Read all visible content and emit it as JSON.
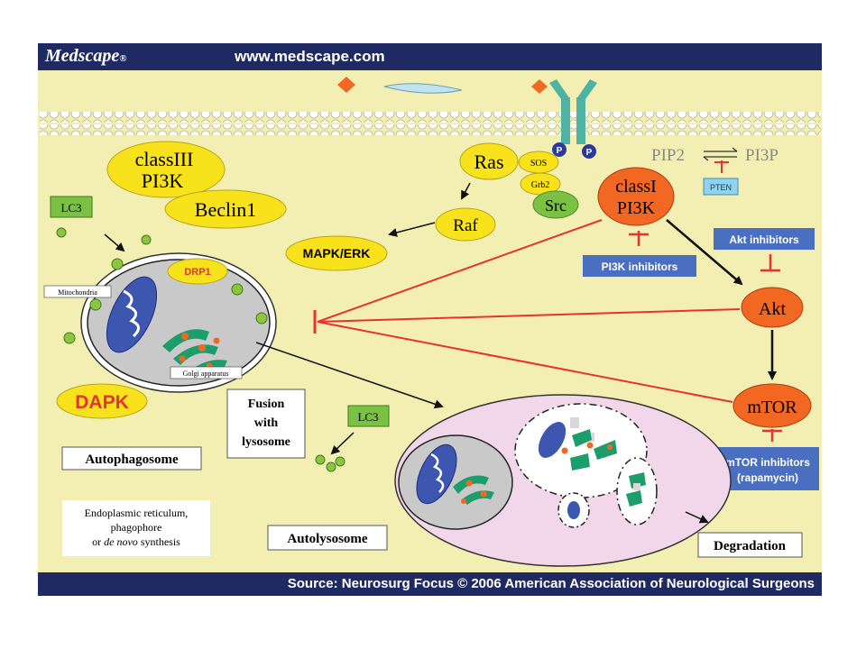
{
  "header": {
    "brand": "Medscape",
    "brand_mark": "®",
    "url": "www.medscape.com"
  },
  "footer": {
    "source": "Source: Neurosurg Focus © 2006 American Association of Neurological Surgeons"
  },
  "nodes": {
    "ras": "Ras",
    "sos": "SOS",
    "grb2": "Grb2",
    "src": "Src",
    "p1": "P",
    "p2": "P",
    "raf": "Raf",
    "mapk": "MAPK/ERK",
    "classIII_line1": "classIII",
    "classIII_line2": "PI3K",
    "beclin1": "Beclin1",
    "classI_line1": "classI",
    "classI_line2": "PI3K",
    "pip2": "PIP2",
    "pi3p": "PI3P",
    "pten": "PTEN",
    "akt": "Akt",
    "mtor": "mTOR",
    "akt_inhibitors": "Akt inhibitors",
    "pi3k_inhibitors": "PI3K inhibitors",
    "mtor_inhibitors_line1": "mTOR inhibitors",
    "mtor_inhibitors_line2": "(rapamycin)",
    "lc3_top": "LC3",
    "lc3_mid": "LC3",
    "drp1": "DRP1",
    "dapk": "DAPK",
    "mitochondria": "Mitochondria",
    "golgi": "Golgi apparatus",
    "fusion_line1": "Fusion",
    "fusion_line2": "with",
    "fusion_line3": "lysosome",
    "autophagosome": "Autophagosome",
    "autolysosome": "Autolysosome",
    "degradation": "Degradation",
    "er_line1": "Endoplasmic reticulum,",
    "er_line2": "phagophore",
    "er_line3_prefix": "or ",
    "er_line3_italic": "de novo",
    "er_line3_suffix": " synthesis"
  },
  "colors": {
    "background": "#f3efb2",
    "bar": "#1f2a63",
    "yellow_node": "#f7e21b",
    "orange_node": "#f26722",
    "blue_label": "#4a6fc0",
    "inhibit_red": "#e53333",
    "lysosome_pink": "#f2d7ea",
    "membrane_green": "#6ebfb0",
    "lc3_green": "#8cc63f"
  }
}
